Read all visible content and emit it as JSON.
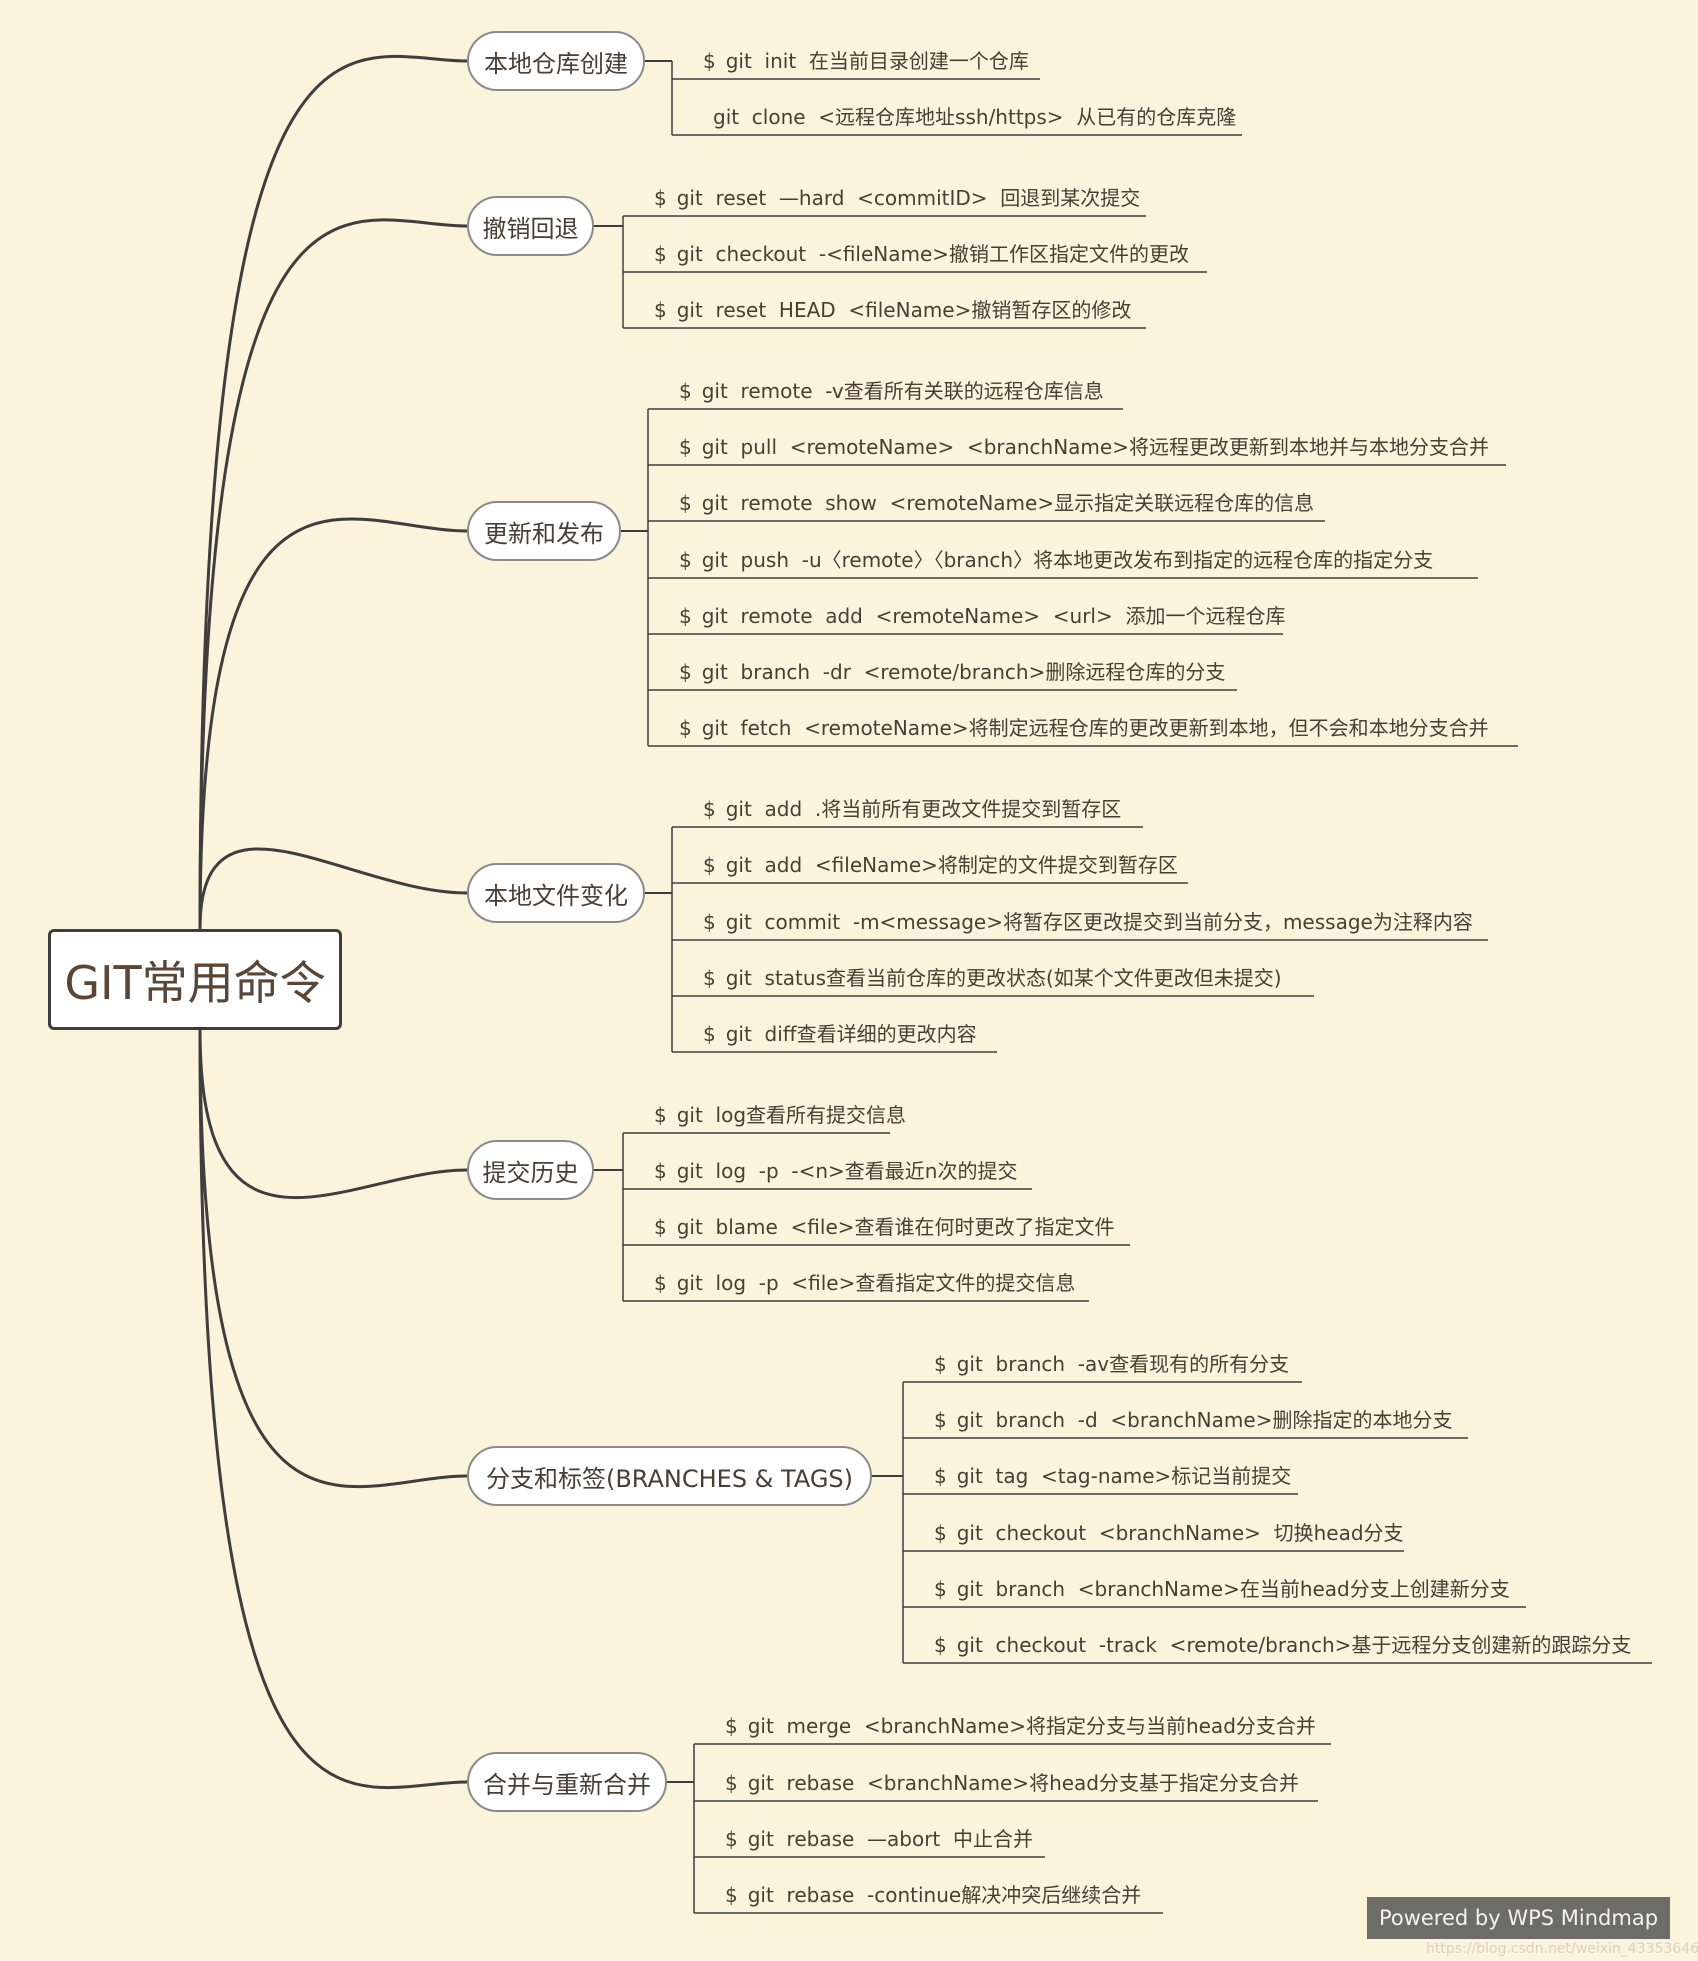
{
  "root": "GIT常用命令",
  "topics": [
    {
      "label": "本地仓库创建",
      "items": [
        {
          "dollar": "$",
          "text": "git  init  在当前目录创建一个仓库"
        },
        {
          "dollar": "",
          "text": "git  clone  <远程仓库地址ssh/https>  从已有的仓库克隆"
        }
      ]
    },
    {
      "label": "撤销回退",
      "items": [
        {
          "dollar": "$",
          "text": "git  reset  —hard  <commitID>  回退到某次提交"
        },
        {
          "dollar": "$",
          "text": "git  checkout  -<fileName>撤销工作区指定文件的更改"
        },
        {
          "dollar": "$",
          "text": "git  reset  HEAD  <fileName>撤销暂存区的修改"
        }
      ]
    },
    {
      "label": "更新和发布",
      "items": [
        {
          "dollar": "$",
          "text": "git  remote  -v查看所有关联的远程仓库信息"
        },
        {
          "dollar": "$",
          "text": "git  pull  <remoteName>  <branchName>将远程更改更新到本地并与本地分支合并"
        },
        {
          "dollar": "$",
          "text": "git  remote  show  <remoteName>显示指定关联远程仓库的信息"
        },
        {
          "dollar": "$",
          "text": "git  push  -u〈remote〉〈branch〉将本地更改发布到指定的远程仓库的指定分支"
        },
        {
          "dollar": "$",
          "text": "git  remote  add  <remoteName>  <url>  添加一个远程仓库"
        },
        {
          "dollar": "$",
          "text": "git  branch  -dr  <remote/branch>删除远程仓库的分支"
        },
        {
          "dollar": "$",
          "text": "git  fetch  <remoteName>将制定远程仓库的更改更新到本地，但不会和本地分支合并"
        }
      ]
    },
    {
      "label": "本地文件变化",
      "items": [
        {
          "dollar": "$",
          "text": "git  add  .将当前所有更改文件提交到暂存区"
        },
        {
          "dollar": "$",
          "text": "git  add  <fileName>将制定的文件提交到暂存区"
        },
        {
          "dollar": "$",
          "text": "git  commit  -m<message>将暂存区更改提交到当前分支，message为注释内容"
        },
        {
          "dollar": "$",
          "text": "git  status查看当前仓库的更改状态(如某个文件更改但未提交)"
        },
        {
          "dollar": "$",
          "text": "git  diff查看详细的更改内容"
        }
      ]
    },
    {
      "label": "提交历史",
      "items": [
        {
          "dollar": "$",
          "text": "git  log查看所有提交信息"
        },
        {
          "dollar": "$",
          "text": "git  log  -p  -<n>查看最近n次的提交"
        },
        {
          "dollar": "$",
          "text": "git  blame  <file>查看谁在何时更改了指定文件"
        },
        {
          "dollar": "$",
          "text": "git  log  -p  <file>查看指定文件的提交信息"
        }
      ]
    },
    {
      "label": "分支和标签(BRANCHES  &  TAGS)",
      "items": [
        {
          "dollar": "$",
          "text": "git  branch  -av查看现有的所有分支"
        },
        {
          "dollar": "$",
          "text": "git  branch  -d  <branchName>删除指定的本地分支"
        },
        {
          "dollar": "$",
          "text": "git  tag  <tag-name>标记当前提交"
        },
        {
          "dollar": "$",
          "text": "git  checkout  <branchName>  切换head分支"
        },
        {
          "dollar": "$",
          "text": "git  branch  <branchName>在当前head分支上创建新分支"
        },
        {
          "dollar": "$",
          "text": "git  checkout  -track  <remote/branch>基于远程分支创建新的跟踪分支"
        }
      ]
    },
    {
      "label": "合并与重新合并",
      "items": [
        {
          "dollar": "$",
          "text": "git  merge  <branchName>将指定分支与当前head分支合并"
        },
        {
          "dollar": "$",
          "text": "git  rebase  <branchName>将head分支基于指定分支合并"
        },
        {
          "dollar": "$",
          "text": "git  rebase  —abort  中止合并"
        },
        {
          "dollar": "$",
          "text": "git  rebase  -continue解决冲突后继续合并"
        }
      ]
    }
  ],
  "footer": {
    "badge": "Powered by WPS Mindmap",
    "watermark": "https://blog.csdn.net/weixin_43353646"
  }
}
